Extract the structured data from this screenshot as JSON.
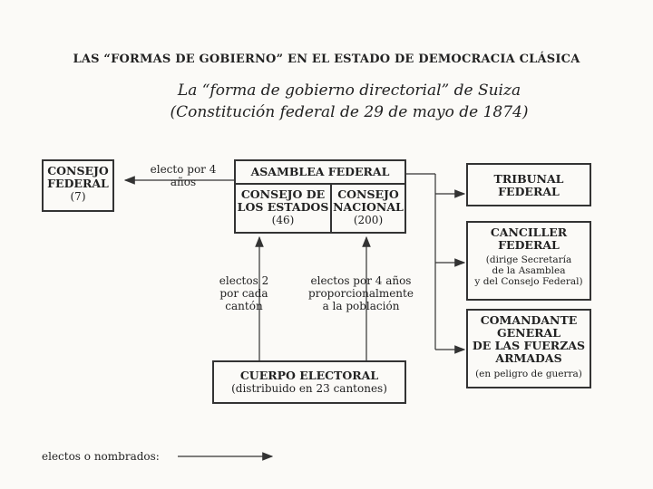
{
  "heading": "LAS “FORMAS DE GOBIERNO” EN EL ESTADO DE DEMOCRACIA CLÁSICA",
  "subtitle_line1": "La “forma de gobierno directorial” de Suiza",
  "subtitle_line2": "(Constitución federal de 29 de mayo de 1874)",
  "consejo_federal": {
    "line1": "CONSEJO",
    "line2": "FEDERAL",
    "count": "(7)"
  },
  "asamblea": {
    "title": "ASAMBLEA FEDERAL",
    "estados": {
      "line1": "CONSEJO DE",
      "line2": "LOS ESTADOS",
      "count": "(46)"
    },
    "nacional": {
      "line1": "CONSEJO",
      "line2": "NACIONAL",
      "count": "(200)"
    }
  },
  "tribunal": {
    "line1": "TRIBUNAL",
    "line2": "FEDERAL"
  },
  "canciller": {
    "line1": "CANCILLER",
    "line2": "FEDERAL",
    "note1": "(dirige Secretaría",
    "note2": "de la Asamblea",
    "note3": "y del Consejo Federal)"
  },
  "comandante": {
    "line1": "COMANDANTE",
    "line2": "GENERAL",
    "line3": "DE LAS FUERZAS",
    "line4": "ARMADAS",
    "note": "(en peligro de guerra)"
  },
  "cuerpo": {
    "line1": "CUERPO ELECTORAL",
    "line2": "(distribuido en 23 cantones)"
  },
  "arrow_labels": {
    "electo_4": "electo por 4 años",
    "electos2_l1": "electos 2",
    "electos2_l2": "por cada",
    "electos2_l3": "cantón",
    "electos4_l1": "electos por 4 años",
    "electos4_l2": "proporcionalmente",
    "electos4_l3": "a la población"
  },
  "legend": "electos o nombrados:"
}
